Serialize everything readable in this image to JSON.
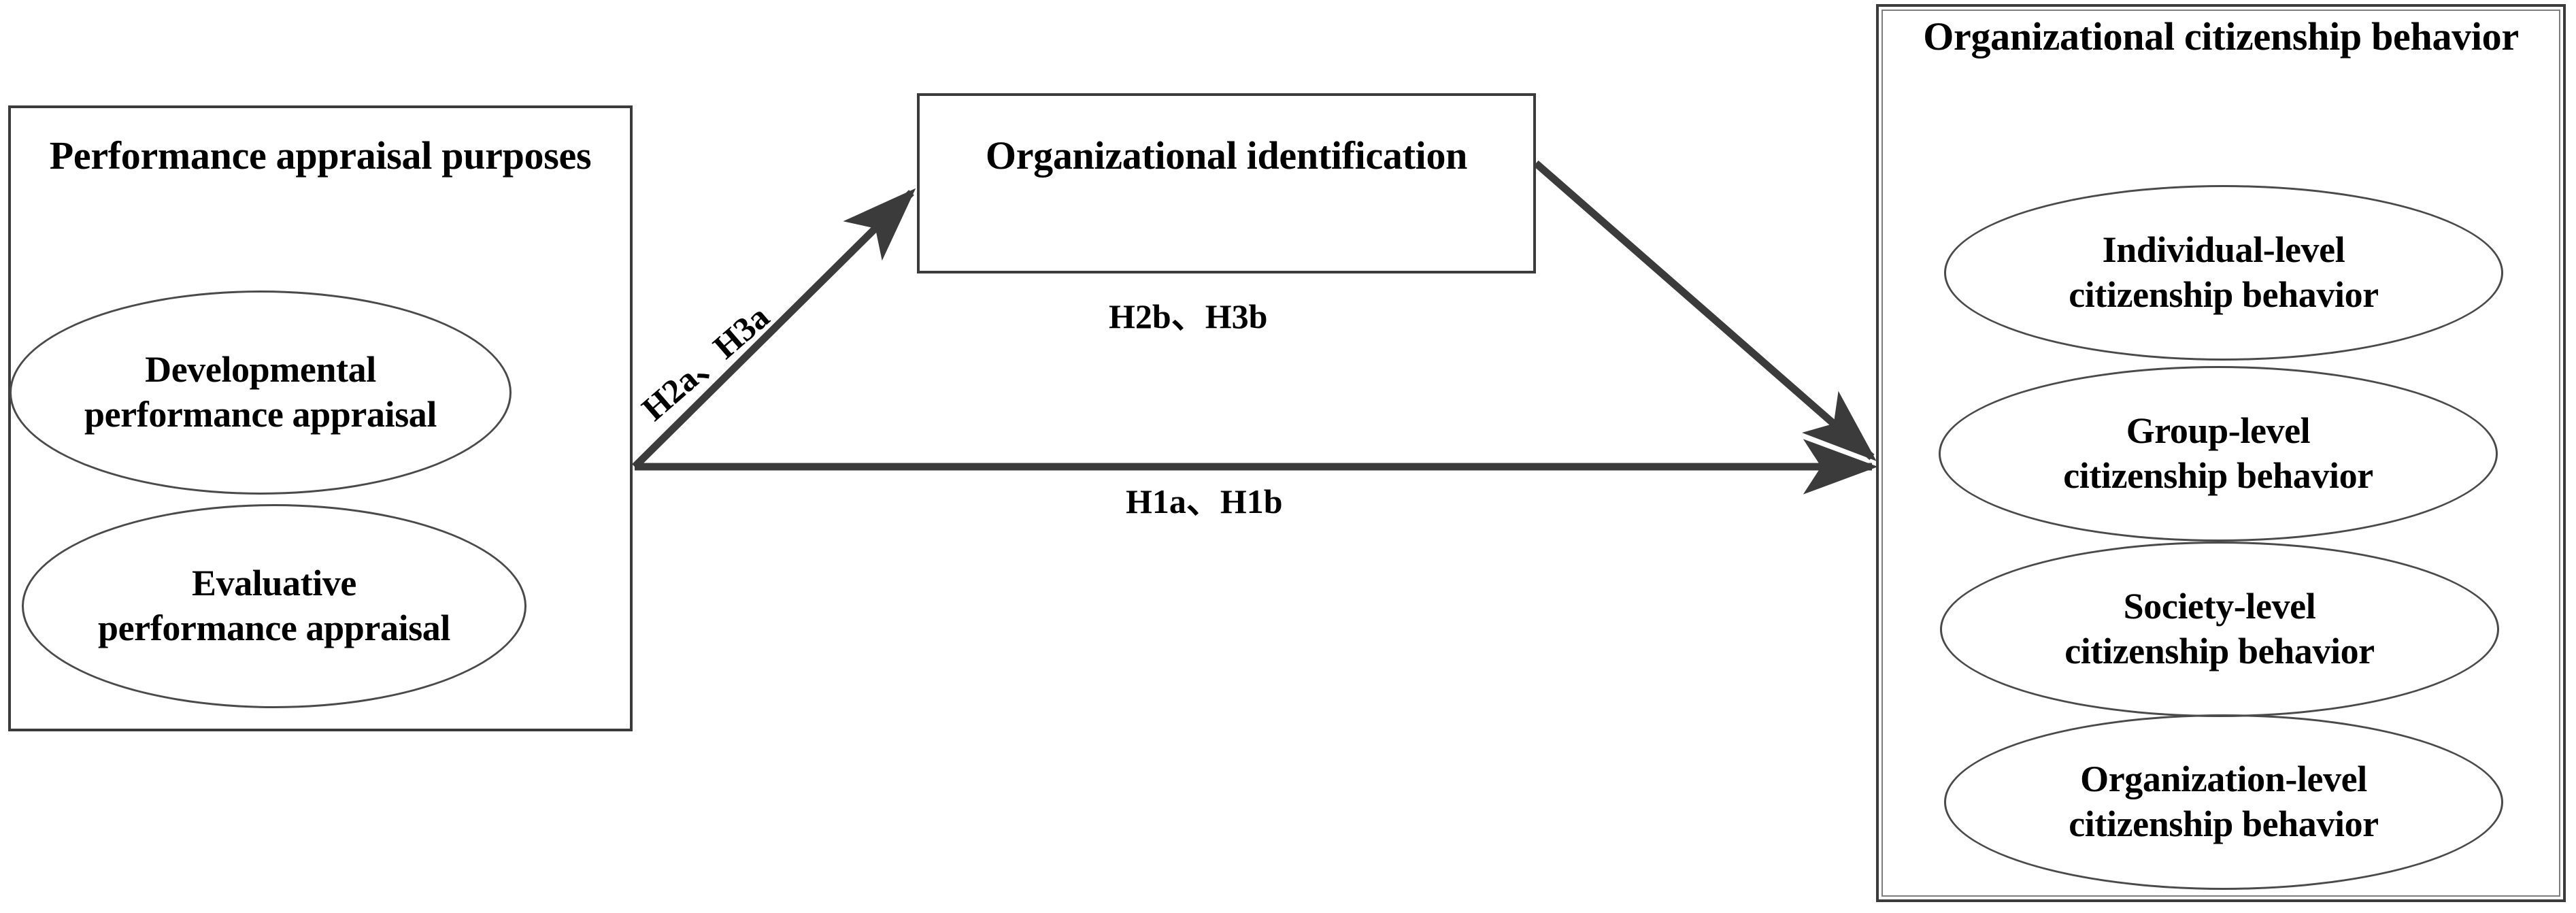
{
  "diagram": {
    "title_semantic": "research-model-performance-appraisal-ocb",
    "stroke_color": "#3b3b3b",
    "ellipse_stroke_color": "#4a4a4a",
    "background": "#ffffff"
  },
  "left_panel": {
    "heading": "Performance\nappraisal purposes",
    "ellipses": [
      {
        "label": "Developmental\nperformance appraisal"
      },
      {
        "label": "Evaluative\nperformance appraisal"
      }
    ]
  },
  "mediator": {
    "heading": "Organizational\nidentification"
  },
  "right_panel": {
    "heading": "Organizational citizenship\nbehavior",
    "ellipses": [
      {
        "label": "Individual-level\ncitizenship behavior"
      },
      {
        "label": "Group-level\ncitizenship behavior"
      },
      {
        "label": "Society-level\ncitizenship behavior"
      },
      {
        "label": "Organization-level\ncitizenship behavior"
      }
    ]
  },
  "paths": [
    {
      "name": "appraisal-to-identification",
      "label": "H2a、H3a"
    },
    {
      "name": "identification-to-ocb",
      "label": "H2b、H3b"
    },
    {
      "name": "appraisal-to-ocb",
      "label": "H1a、H1b"
    }
  ],
  "labels": {
    "h2a_h3a": "H2a、H3a",
    "h2b_h3b": "H2b、H3b",
    "h1a_h1b": "H1a、H1b"
  }
}
